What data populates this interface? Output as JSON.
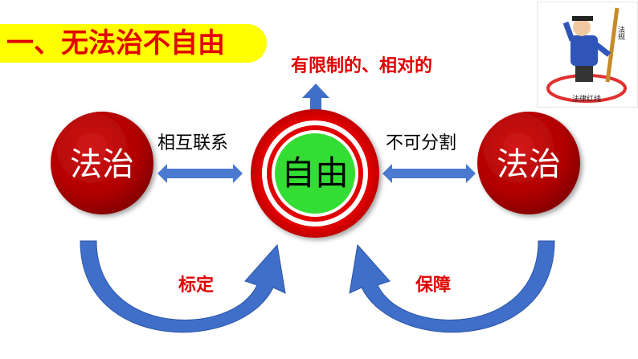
{
  "title": "一、无法治不自由",
  "top_label": "有限制的、相对的",
  "center_label": "自由",
  "left_node": "法治",
  "right_node": "法治",
  "link_left": "相互联系",
  "link_right": "不可分割",
  "curve_left": "标定",
  "curve_right": "保障",
  "thumbnail": {
    "sign_label": "法规",
    "circle_label": "法律红线"
  },
  "colors": {
    "accent_red": "#e00000",
    "node_red": "#c00000",
    "center_green": "#33dd33",
    "arrow_blue": "#3f6fc8",
    "title_bg": "#ffff00"
  }
}
